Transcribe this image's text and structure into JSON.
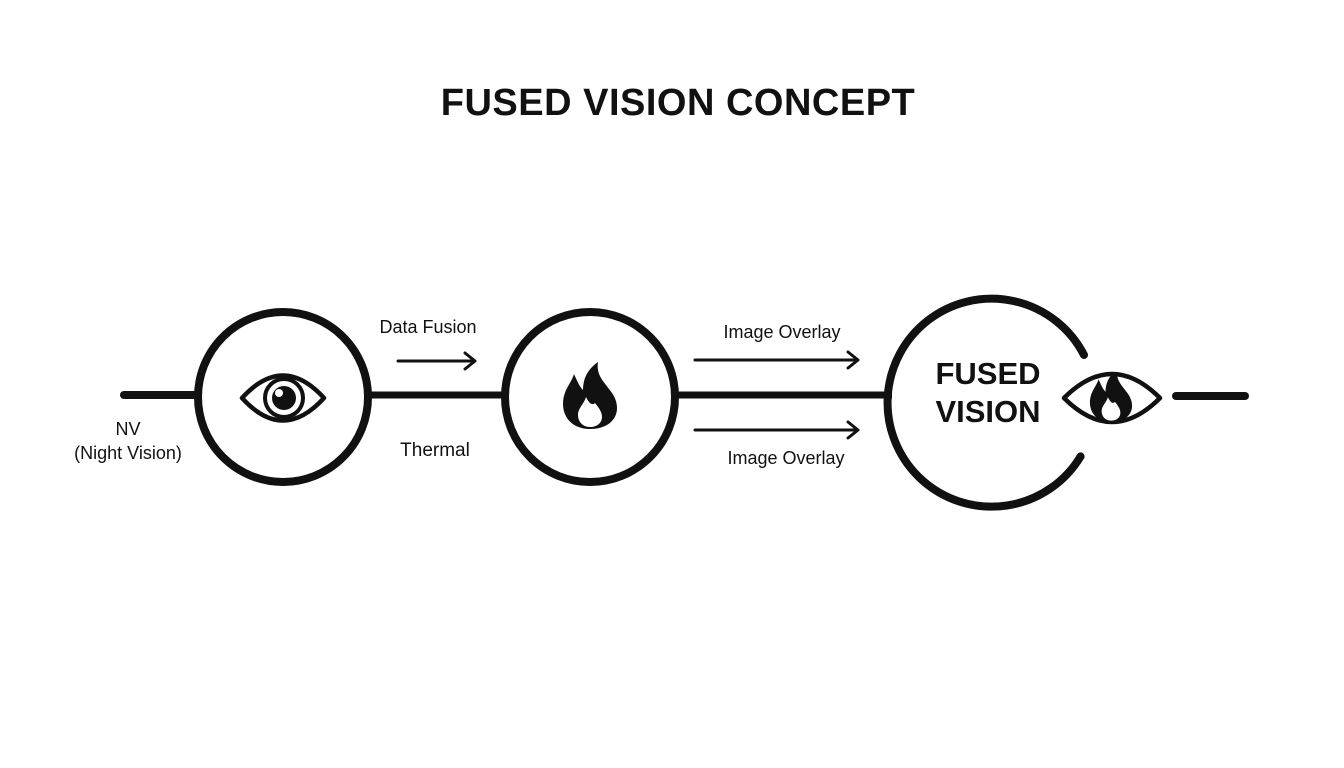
{
  "title": "FUSED VISION CONCEPT",
  "nodes": {
    "nv": {
      "label_line1": "NV",
      "label_line2": "(Night Vision)",
      "icon": "eye-icon"
    },
    "thermal": {
      "label": "Thermal",
      "icon": "flame-icon"
    },
    "fused": {
      "label_line1": "FUSED",
      "label_line2": "VISION",
      "icon": "eye-flame-icon"
    }
  },
  "edges": {
    "data_fusion": "Data Fusion",
    "overlay_top": "Image Overlay",
    "overlay_bottom": "Image Overlay"
  },
  "colors": {
    "stroke": "#111111",
    "background": "#ffffff"
  }
}
